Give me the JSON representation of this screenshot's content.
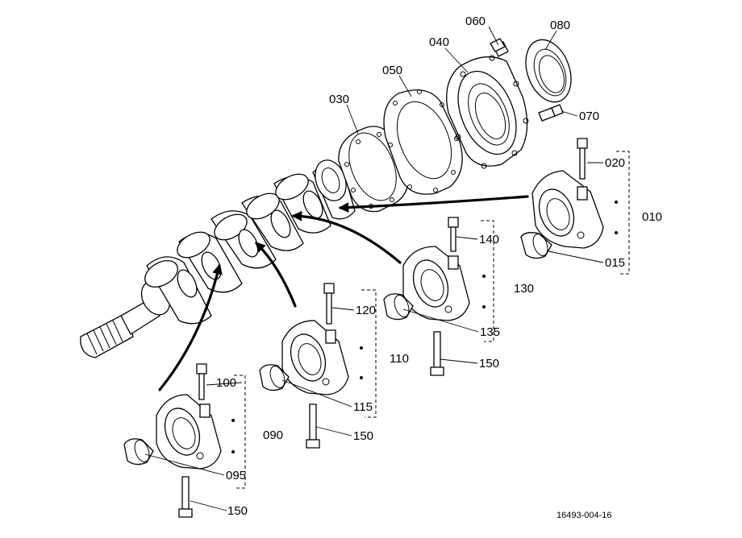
{
  "labels": {
    "p010": "010",
    "p015": "015",
    "p020": "020",
    "p030": "030",
    "p040": "040",
    "p050": "050",
    "p060": "060",
    "p070": "070",
    "p080": "080",
    "p090": "090",
    "p095": "095",
    "p100": "100",
    "p110": "110",
    "p115": "115",
    "p120": "120",
    "p130": "130",
    "p135": "135",
    "p140": "140",
    "p150a": "150",
    "p150b": "150",
    "p150c": "150"
  },
  "drawing_code": "16493-004-16"
}
